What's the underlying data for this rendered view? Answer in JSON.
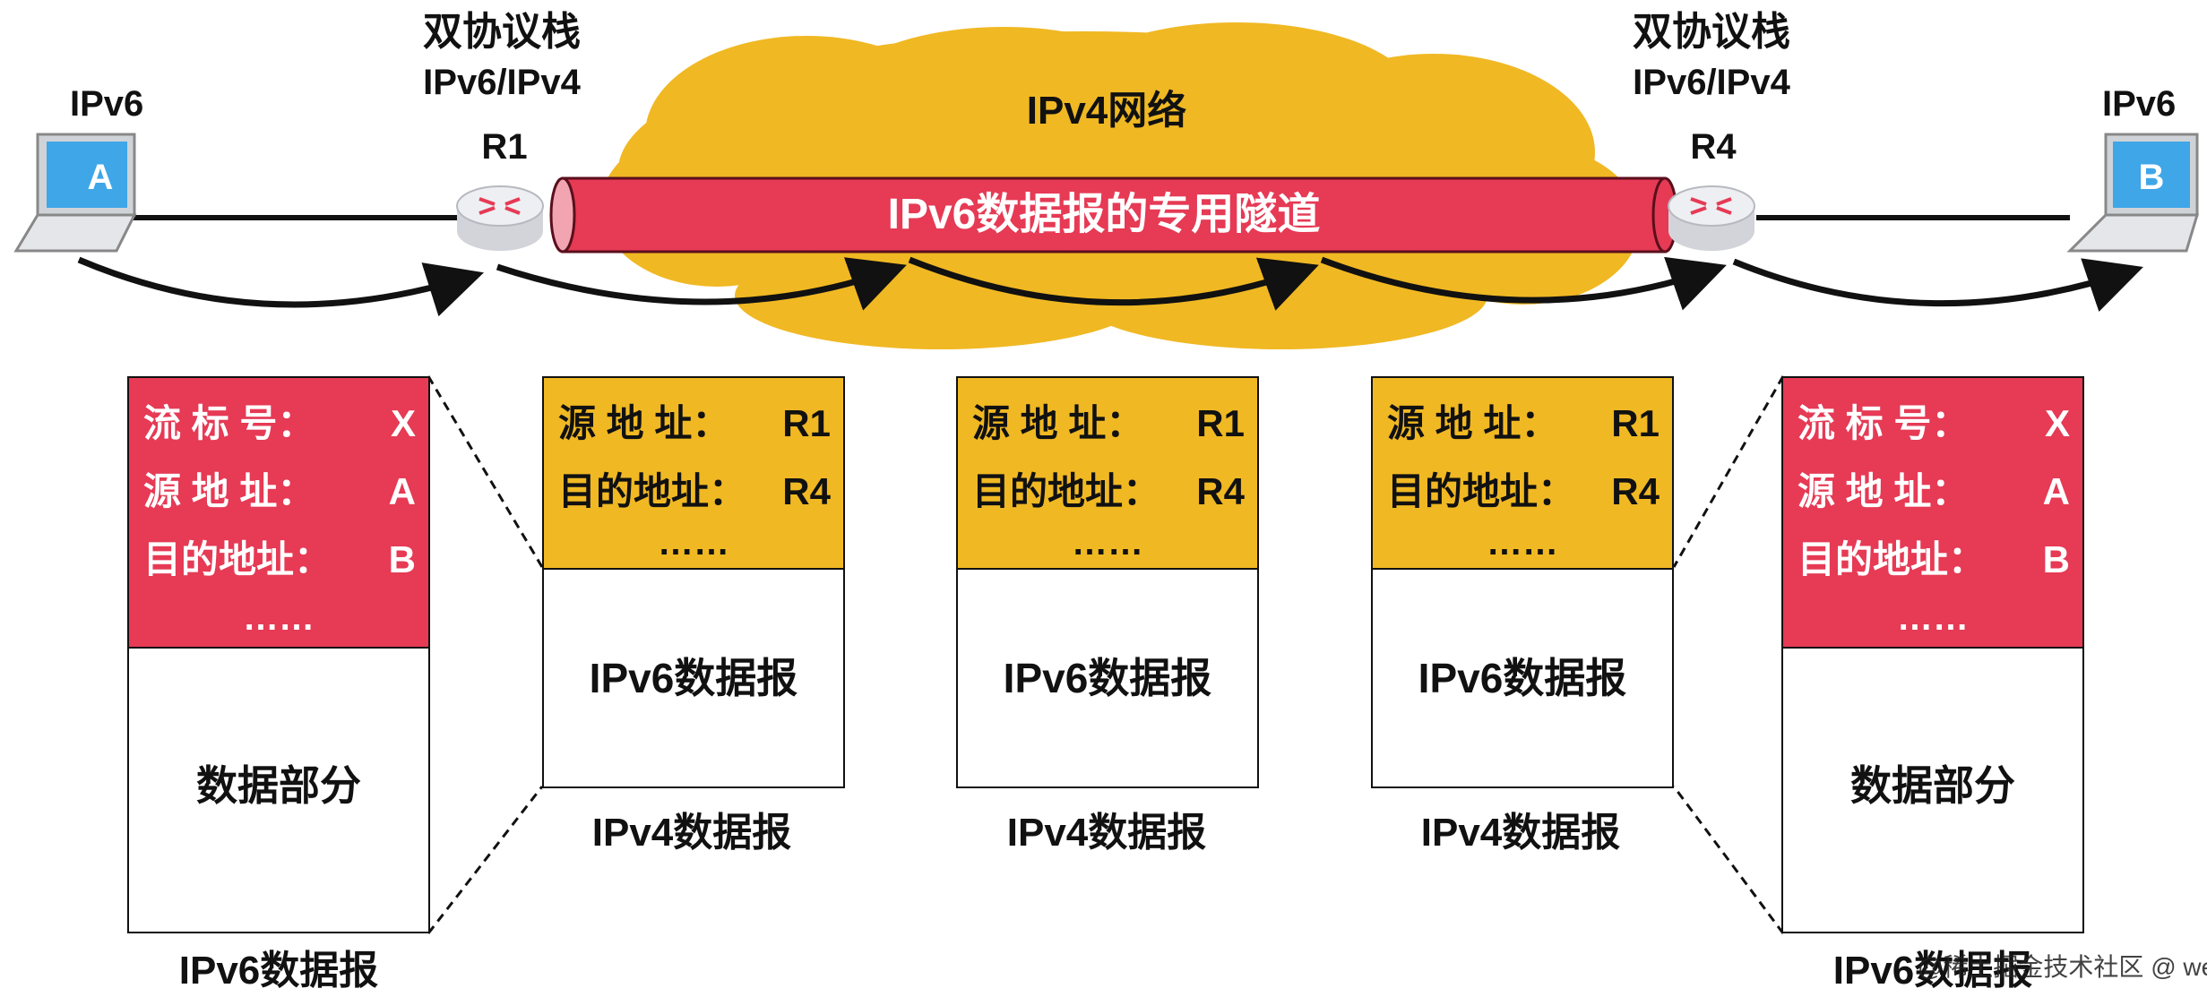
{
  "labels": {
    "host_a_proto": "IPv6",
    "host_b_proto": "IPv6",
    "host_a_name": "A",
    "host_b_name": "B",
    "r1_stack_title": "双协议栈",
    "r1_stack_proto": "IPv6/IPv4",
    "r1_name": "R1",
    "r4_stack_title": "双协议栈",
    "r4_stack_proto": "IPv6/IPv4",
    "r4_name": "R4",
    "cloud": "IPv4网络",
    "tunnel": "IPv6数据报的专用隧道"
  },
  "packets": {
    "left_ipv6": {
      "rows": [
        {
          "key": "流 标 号：",
          "val": "X"
        },
        {
          "key": "源 地 址：",
          "val": "A"
        },
        {
          "key": "目的地址：",
          "val": "B"
        }
      ],
      "dots": "……",
      "body": "数据部分",
      "caption": "IPv6数据报"
    },
    "ipv4_1": {
      "rows": [
        {
          "key": "源 地 址：",
          "val": "R1"
        },
        {
          "key": "目的地址：",
          "val": "R4"
        }
      ],
      "dots": "……",
      "body": "IPv6数据报",
      "caption": "IPv4数据报"
    },
    "ipv4_2": {
      "rows": [
        {
          "key": "源 地 址：",
          "val": "R1"
        },
        {
          "key": "目的地址：",
          "val": "R4"
        }
      ],
      "dots": "……",
      "body": "IPv6数据报",
      "caption": "IPv4数据报"
    },
    "ipv4_3": {
      "rows": [
        {
          "key": "源 地 址：",
          "val": "R1"
        },
        {
          "key": "目的地址：",
          "val": "R4"
        }
      ],
      "dots": "……",
      "body": "IPv6数据报",
      "caption": "IPv4数据报"
    },
    "right_ipv6": {
      "rows": [
        {
          "key": "流 标 号：",
          "val": "X"
        },
        {
          "key": "源 地 址：",
          "val": "A"
        },
        {
          "key": "目的地址：",
          "val": "B"
        }
      ],
      "dots": "……",
      "body": "数据部分",
      "caption": "IPv6数据报"
    }
  },
  "watermark": "@稀土掘金技术社区 @ web小张",
  "colors": {
    "red": "#e63a55",
    "yellow": "#f0b823",
    "router": "#e9e9ee",
    "laptop_screen": "#3fa6e8"
  }
}
